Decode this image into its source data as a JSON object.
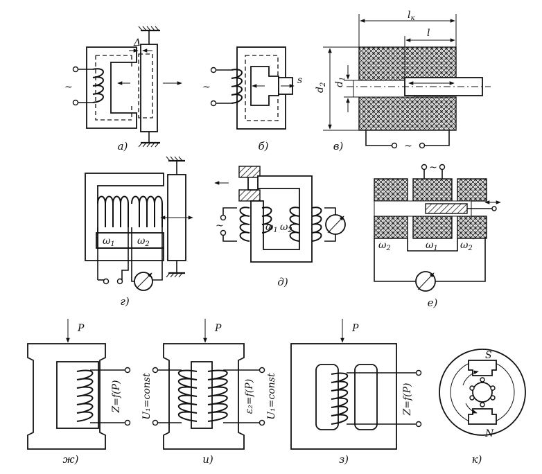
{
  "panels": {
    "a": {
      "caption": "а)",
      "gap_label": "Δ",
      "source_label": "~"
    },
    "b": {
      "caption": "б)",
      "displacement_label": "s",
      "source_label": "~"
    },
    "v": {
      "caption": "в)",
      "coil_length_label": "l",
      "coil_length_sub": "к",
      "insertion_label": "l",
      "outer_diameter_label": "d",
      "outer_diameter_sub": "2",
      "inner_diameter_label": "d",
      "inner_diameter_sub": "1",
      "source_label": "~"
    },
    "g": {
      "caption": "г)",
      "winding1_label": "ω",
      "winding1_sub": "1",
      "winding2_label": "ω",
      "winding2_sub": "2"
    },
    "d": {
      "caption": "д)",
      "winding1_label": "ω",
      "winding1_sub": "1",
      "winding2_label": "ω",
      "winding2_sub": "2",
      "source_label": "~"
    },
    "e": {
      "caption": "е)",
      "winding_left_label": "ω",
      "winding_left_sub": "2",
      "winding_left_prime": "′",
      "winding_mid_label": "ω",
      "winding_mid_sub": "1",
      "winding_right_label": "ω",
      "winding_right_sub": "2",
      "winding_right_prime": "″",
      "source_label": "~"
    },
    "zh": {
      "caption": "ж)",
      "force_label": "P",
      "output_label": "Z=f(P)"
    },
    "i": {
      "caption": "и)",
      "force_label": "P",
      "input_label": "U₁=const",
      "output_label": "ε₂=f(P)"
    },
    "z": {
      "caption": "з)",
      "force_label": "P",
      "supply_label": "U₁=const",
      "output_label": "Z=f(P)"
    },
    "k": {
      "caption": "к)",
      "north_label": "N",
      "south_label": "S"
    }
  }
}
